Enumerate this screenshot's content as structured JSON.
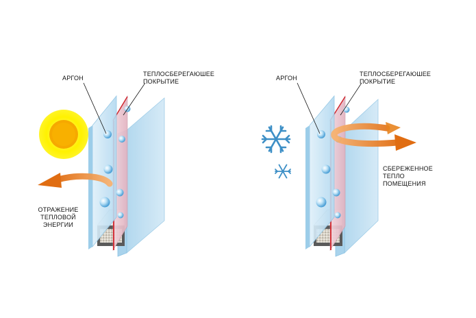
{
  "colors": {
    "glass": "#c6e3f4",
    "glass_edge": "#8cc3e3",
    "coating": "#d2232a",
    "coated_glass": "#ebc3cf",
    "arrow": "#e87820",
    "sun_core": "#f6a800",
    "sun_glow": "#fff200",
    "snowflake": "#3d8fc6",
    "spacer": "#5a5a5a"
  },
  "icons": {
    "sun": "sun-icon",
    "snowflake": "snowflake-icon",
    "arrow": "curved-arrow-icon",
    "bubble": "argon-bubble-icon"
  },
  "left_panel": {
    "argon_label": "АРГОН",
    "coating_label_line1": "ТЕПЛОСБЕРЕГАЮШЕЕ",
    "coating_label_line2": "ПОКРЫТИЕ",
    "reflection_line1": "ОТРАЖЕНИЕ",
    "reflection_line2": "ТЕПЛОВОЙ",
    "reflection_line3": "ЭНЕРГИИ"
  },
  "right_panel": {
    "argon_label": "АРГОН",
    "coating_label_line1": "ТЕПЛОСБЕРЕГАЮШЕЕ",
    "coating_label_line2": "ПОКРЫТИЕ",
    "saved_line1": "СБЕРЕЖЕННОЕ",
    "saved_line2": "ТЕПЛО",
    "saved_line3": "ПОМЕЩЕНИЯ"
  }
}
